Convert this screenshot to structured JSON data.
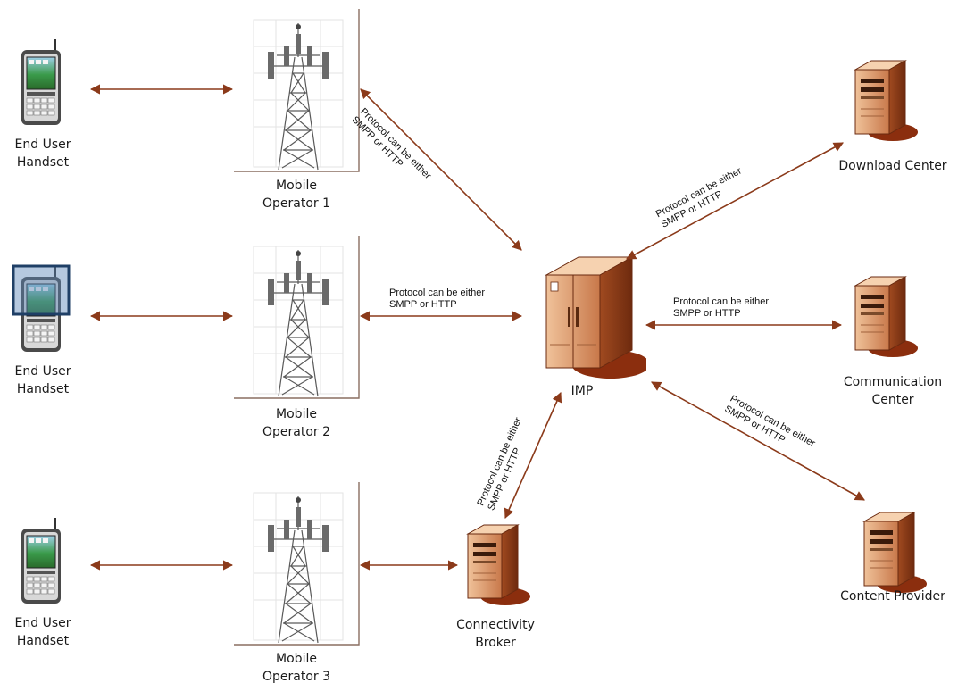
{
  "handsets": [
    {
      "line1": "End User",
      "line2": "Handset"
    },
    {
      "line1": "End User",
      "line2": "Handset"
    },
    {
      "line1": "End User",
      "line2": "Handset"
    }
  ],
  "operators": [
    {
      "line1": "Mobile",
      "line2": "Operator 1"
    },
    {
      "line1": "Mobile",
      "line2": "Operator 2"
    },
    {
      "line1": "Mobile",
      "line2": "Operator 3"
    }
  ],
  "imp": {
    "label": "IMP"
  },
  "services": {
    "download": {
      "label": "Download Center"
    },
    "communication": {
      "line1": "Communication",
      "line2": "Center"
    },
    "content": {
      "label": "Content Provider"
    },
    "broker": {
      "line1": "Connectivity",
      "line2": "Broker"
    }
  },
  "protocol_note": {
    "line1": "Protocol can be either",
    "line2": "SMPP or HTTP"
  },
  "colors": {
    "arrow": "#8b3a1a",
    "server": "#b8623a",
    "server_dark": "#7a2e10",
    "selection": "#1f3f66"
  }
}
